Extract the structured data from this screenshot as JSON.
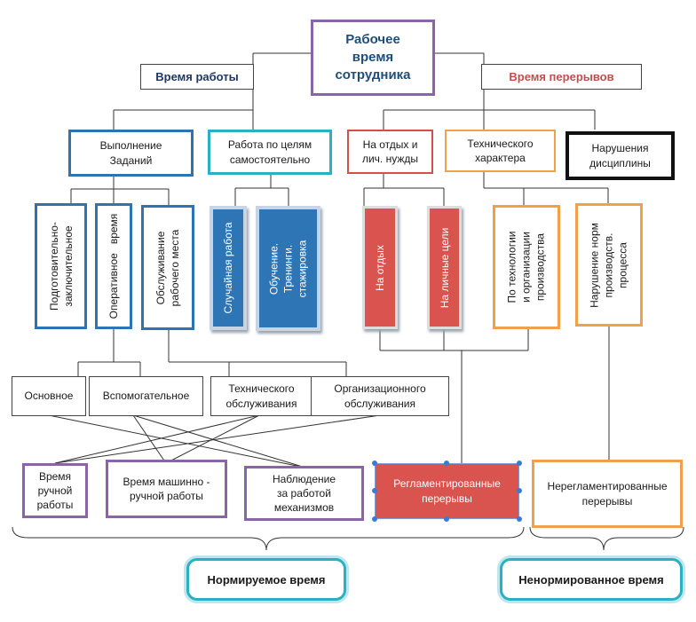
{
  "root": {
    "line1": "Рабочее",
    "line2": "время",
    "line3": "сотрудника"
  },
  "work_time": "Время работы",
  "break_time": "Время перерывов",
  "level2": {
    "tasks": {
      "line1": "Выполнение",
      "line2": "Заданий"
    },
    "self_goals": {
      "line1": "Работа по целям",
      "line2": "самостоятельно"
    },
    "rest": {
      "line1": "На отдых и",
      "line2": "лич. нужды"
    },
    "technical": {
      "line1": "Технического",
      "line2": "характера"
    },
    "discipline": {
      "line1": "Нарушения",
      "line2": "дисциплины"
    }
  },
  "vertical": {
    "prep": "Подготовительно-\nзаключительное",
    "operative": "Оперативное   время",
    "service": "Обслуживание\nрабочего места",
    "random": "Случайная работа",
    "training": "Обучение.\nТренинги.\nстажировка",
    "on_rest": "На отдых",
    "personal": "На личные цели",
    "tech_org": "По технологии\nи организации\nпроизводства",
    "norm_violation": "Нарушение норм\nпроизводств.\nпроцесса"
  },
  "level4": {
    "main": "Основное",
    "auxiliary": "Вспомогательное",
    "tech_service": {
      "line1": "Технического",
      "line2": "обслуживания"
    },
    "org_service": {
      "line1": "Организационного",
      "line2": "обслуживания"
    }
  },
  "level5": {
    "manual": {
      "line1": "Время",
      "line2": "ручной",
      "line3": "работы"
    },
    "machine_manual": {
      "line1": "Время машинно  -",
      "line2": "ручной работы"
    },
    "observation": {
      "line1": "Наблюдение",
      "line2": "за работой",
      "line3": "механизмов"
    },
    "regulated": {
      "line1": "Регламентированные",
      "line2": "перерывы"
    },
    "unregulated": {
      "line1": "Нерегламентированные",
      "line2": "перерывы"
    }
  },
  "normed": "Нормируемое время",
  "unnormed": "Ненормированное  время",
  "colors": {
    "title": "#1f4e79",
    "break_label": "#c0504d",
    "blue": "#2e74b5",
    "teal": "#2ab0c2",
    "red": "#d9534f",
    "orange": "#f0a04a",
    "purple": "#8b64a8"
  }
}
